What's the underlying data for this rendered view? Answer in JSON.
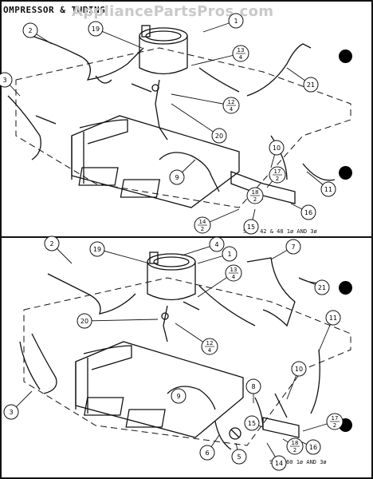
{
  "title": "OMPRESSOR & TUBING",
  "watermark": "AppliancePartsPros.com",
  "top_view": {
    "caption": "SPCO 42 & 48 1ø AND 3ø",
    "callouts": [
      {
        "id": "c1",
        "label": "1"
      },
      {
        "id": "c2",
        "label": "2"
      },
      {
        "id": "c3",
        "label": "3"
      },
      {
        "id": "c19",
        "label": "19"
      },
      {
        "id": "c21",
        "label": "21"
      },
      {
        "id": "c20",
        "label": "20"
      },
      {
        "id": "c9",
        "label": "9"
      },
      {
        "id": "c10",
        "label": "10"
      },
      {
        "id": "c11",
        "label": "11"
      },
      {
        "id": "c15",
        "label": "15"
      },
      {
        "id": "c16",
        "label": "16"
      }
    ],
    "fractions": [
      {
        "id": "f13",
        "num": "13",
        "den": "4"
      },
      {
        "id": "f12",
        "num": "12",
        "den": "4"
      },
      {
        "id": "f17",
        "num": "17",
        "den": "2"
      },
      {
        "id": "f18",
        "num": "18",
        "den": "2"
      },
      {
        "id": "f14",
        "num": "14",
        "den": "2"
      }
    ]
  },
  "bottom_view": {
    "caption": "SPCO 60 1ø AND 3ø",
    "callouts": [
      {
        "id": "c2",
        "label": "2"
      },
      {
        "id": "c19",
        "label": "19"
      },
      {
        "id": "c4",
        "label": "4"
      },
      {
        "id": "c1",
        "label": "1"
      },
      {
        "id": "c7",
        "label": "7"
      },
      {
        "id": "c21",
        "label": "21"
      },
      {
        "id": "c20",
        "label": "20"
      },
      {
        "id": "c3",
        "label": "3"
      },
      {
        "id": "c11",
        "label": "11"
      },
      {
        "id": "c10",
        "label": "10"
      },
      {
        "id": "c8",
        "label": "8"
      },
      {
        "id": "c9",
        "label": "9"
      },
      {
        "id": "c15",
        "label": "15"
      },
      {
        "id": "c16",
        "label": "16"
      },
      {
        "id": "c6",
        "label": "6"
      },
      {
        "id": "c5",
        "label": "5"
      },
      {
        "id": "c14",
        "label": "14"
      }
    ],
    "fractions": [
      {
        "id": "f13",
        "num": "13",
        "den": "4"
      },
      {
        "id": "f12",
        "num": "12",
        "den": "4"
      },
      {
        "id": "f17",
        "num": "17",
        "den": "2"
      },
      {
        "id": "f18",
        "num": "18",
        "den": "2"
      }
    ]
  }
}
